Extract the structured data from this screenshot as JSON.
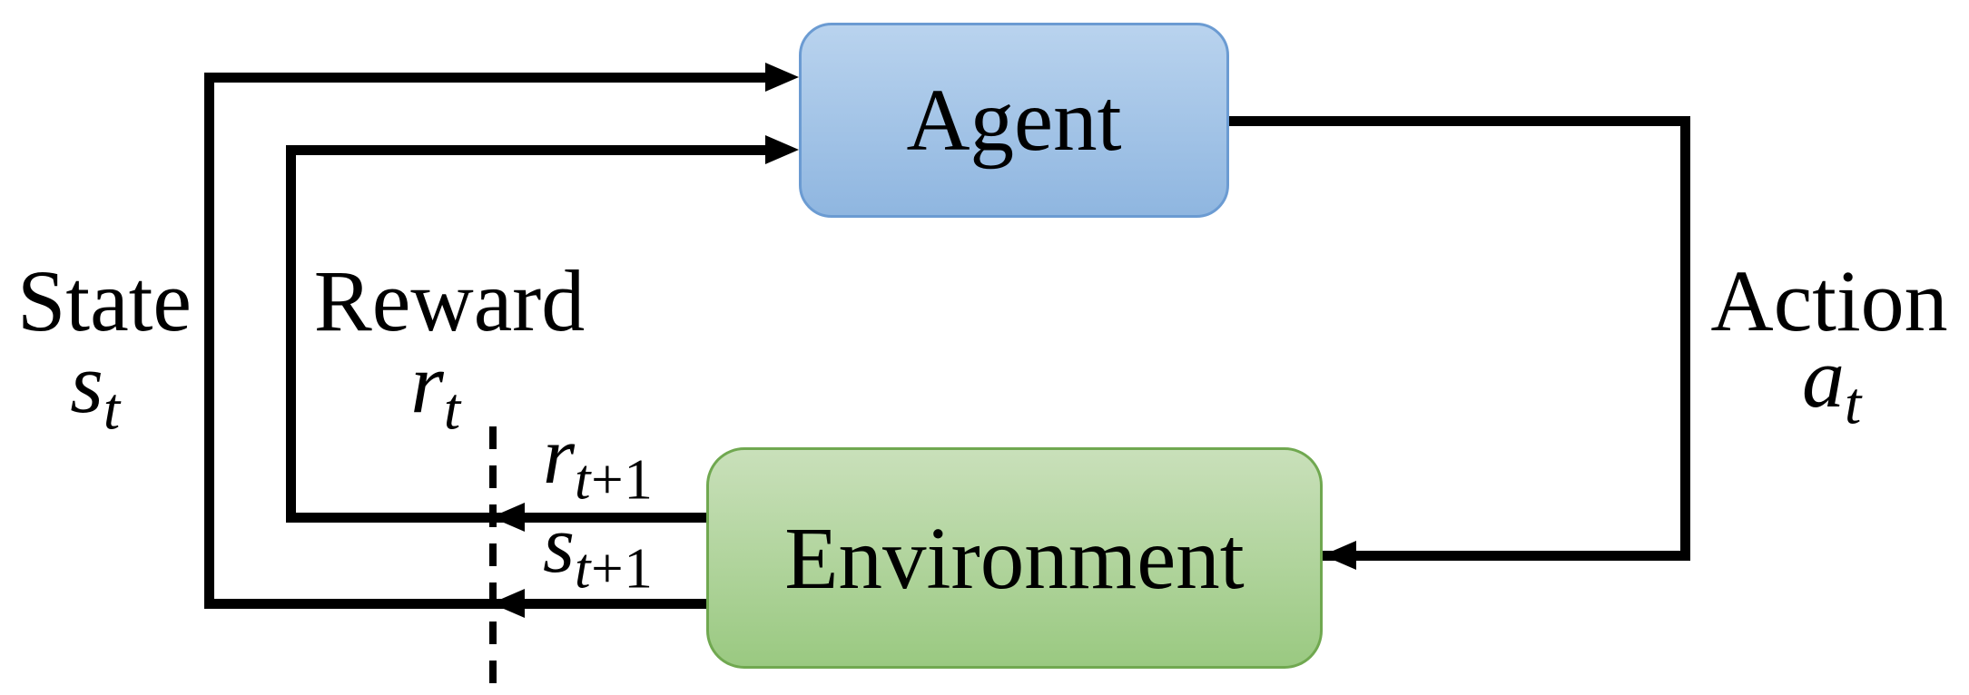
{
  "nodes": {
    "agent": {
      "label": "Agent"
    },
    "environment": {
      "label": "Environment"
    }
  },
  "edge_labels": {
    "state": {
      "word": "State",
      "base": "s",
      "sub_var": "t",
      "sub_rest": ""
    },
    "reward": {
      "word": "Reward",
      "base": "r",
      "sub_var": "t",
      "sub_rest": ""
    },
    "action": {
      "word": "Action",
      "base": "a",
      "sub_var": "t",
      "sub_rest": ""
    },
    "next_reward": {
      "base": "r",
      "sub_var": "t",
      "sub_rest": "+1"
    },
    "next_state": {
      "base": "s",
      "sub_var": "t",
      "sub_rest": "+1"
    }
  },
  "colors": {
    "line": "#000000",
    "text": "#000000",
    "agent-fill-top": "#b9d3ee",
    "agent-fill-bottom": "#8fb6e0",
    "agent-border": "#6b9bd2",
    "env-fill-top": "#c9e0ba",
    "env-fill-bottom": "#9ac981",
    "env-border": "#70a850"
  }
}
